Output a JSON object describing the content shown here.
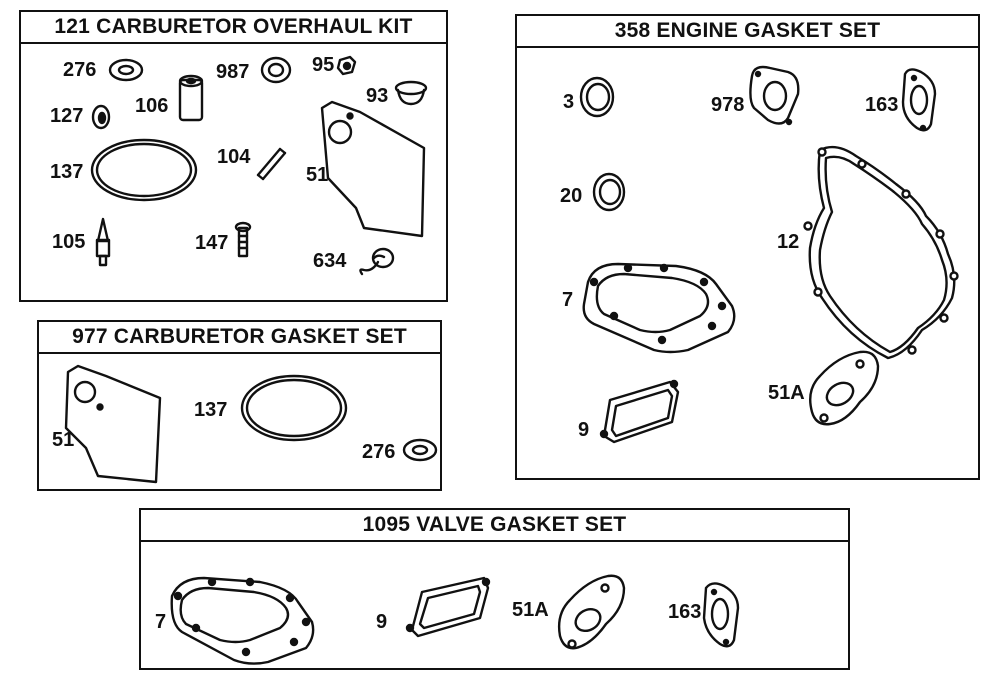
{
  "kits": {
    "overhaul": {
      "title": "121 CARBURETOR OVERHAUL KIT",
      "parts": [
        "276",
        "987",
        "95",
        "93",
        "127",
        "106",
        "137",
        "104",
        "51",
        "105",
        "147",
        "634"
      ]
    },
    "carb_gasket": {
      "title": "977 CARBURETOR GASKET SET",
      "parts": [
        "51",
        "137",
        "276"
      ]
    },
    "engine_gasket": {
      "title": "358 ENGINE GASKET SET",
      "parts": [
        "3",
        "978",
        "163",
        "20",
        "12",
        "7",
        "9",
        "51A"
      ]
    },
    "valve_gasket": {
      "title": "1095 VALVE GASKET SET",
      "parts": [
        "7",
        "9",
        "51A",
        "163"
      ]
    }
  }
}
